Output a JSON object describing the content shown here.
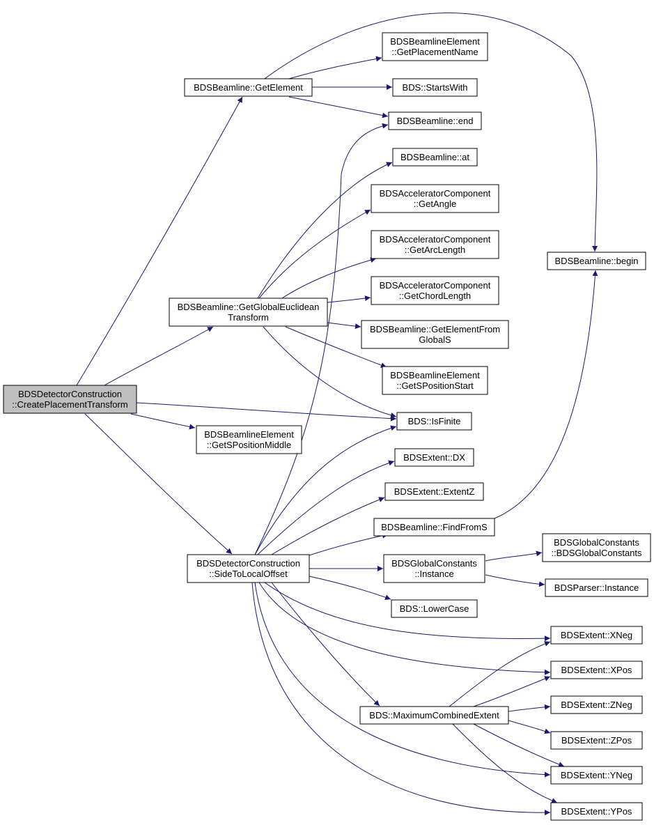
{
  "colors": {
    "edge": "#191970",
    "node_border": "#000000",
    "node_fill": "#ffffff",
    "root_fill": "#bfbfbf"
  },
  "nodes": {
    "root": {
      "lines": [
        "BDSDetectorConstruction",
        "::CreatePlacementTransform"
      ]
    },
    "getElement": {
      "lines": [
        "BDSBeamline::GetElement"
      ]
    },
    "getGlobal": {
      "lines": [
        "BDSBeamline::GetGlobalEuclidean",
        "Transform"
      ]
    },
    "getSPosMid": {
      "lines": [
        "BDSBeamlineElement",
        "::GetSPositionMiddle"
      ]
    },
    "sideToLocal": {
      "lines": [
        "BDSDetectorConstruction",
        "::SideToLocalOffset"
      ]
    },
    "getPlacementName": {
      "lines": [
        "BDSBeamlineElement",
        "::GetPlacementName"
      ]
    },
    "startsWith": {
      "lines": [
        "BDS::StartsWith"
      ]
    },
    "end": {
      "lines": [
        "BDSBeamline::end"
      ]
    },
    "at": {
      "lines": [
        "BDSBeamline::at"
      ]
    },
    "getAngle": {
      "lines": [
        "BDSAcceleratorComponent",
        "::GetAngle"
      ]
    },
    "getArcLength": {
      "lines": [
        "BDSAcceleratorComponent",
        "::GetArcLength"
      ]
    },
    "getChordLength": {
      "lines": [
        "BDSAcceleratorComponent",
        "::GetChordLength"
      ]
    },
    "getElemFromS": {
      "lines": [
        "BDSBeamline::GetElementFrom",
        "GlobalS"
      ]
    },
    "getSPosStart": {
      "lines": [
        "BDSBeamlineElement",
        "::GetSPositionStart"
      ]
    },
    "isFinite": {
      "lines": [
        "BDS::IsFinite"
      ]
    },
    "dx": {
      "lines": [
        "BDSExtent::DX"
      ]
    },
    "extentZ": {
      "lines": [
        "BDSExtent::ExtentZ"
      ]
    },
    "findFromS": {
      "lines": [
        "BDSBeamline::FindFromS"
      ]
    },
    "gcInstance": {
      "lines": [
        "BDSGlobalConstants",
        "::Instance"
      ]
    },
    "lowerCase": {
      "lines": [
        "BDS::LowerCase"
      ]
    },
    "maxExtent": {
      "lines": [
        "BDS::MaximumCombinedExtent"
      ]
    },
    "begin": {
      "lines": [
        "BDSBeamline::begin"
      ]
    },
    "gcCtor": {
      "lines": [
        "BDSGlobalConstants",
        "::BDSGlobalConstants"
      ]
    },
    "parserInstance": {
      "lines": [
        "BDSParser::Instance"
      ]
    },
    "xneg": {
      "lines": [
        "BDSExtent::XNeg"
      ]
    },
    "xpos": {
      "lines": [
        "BDSExtent::XPos"
      ]
    },
    "zneg": {
      "lines": [
        "BDSExtent::ZNeg"
      ]
    },
    "zpos": {
      "lines": [
        "BDSExtent::ZPos"
      ]
    },
    "yneg": {
      "lines": [
        "BDSExtent::YNeg"
      ]
    },
    "ypos": {
      "lines": [
        "BDSExtent::YPos"
      ]
    }
  },
  "edges": [
    [
      "root",
      "getElement"
    ],
    [
      "root",
      "getGlobal"
    ],
    [
      "root",
      "isFinite"
    ],
    [
      "root",
      "getSPosMid"
    ],
    [
      "root",
      "sideToLocal"
    ],
    [
      "getElement",
      "getPlacementName"
    ],
    [
      "getElement",
      "startsWith"
    ],
    [
      "getElement",
      "end"
    ],
    [
      "getElement",
      "begin"
    ],
    [
      "getGlobal",
      "at"
    ],
    [
      "getGlobal",
      "getAngle"
    ],
    [
      "getGlobal",
      "getArcLength"
    ],
    [
      "getGlobal",
      "getChordLength"
    ],
    [
      "getGlobal",
      "getElemFromS"
    ],
    [
      "getGlobal",
      "getSPosStart"
    ],
    [
      "getGlobal",
      "isFinite"
    ],
    [
      "sideToLocal",
      "end"
    ],
    [
      "sideToLocal",
      "isFinite"
    ],
    [
      "sideToLocal",
      "dx"
    ],
    [
      "sideToLocal",
      "extentZ"
    ],
    [
      "sideToLocal",
      "findFromS"
    ],
    [
      "sideToLocal",
      "gcInstance"
    ],
    [
      "sideToLocal",
      "lowerCase"
    ],
    [
      "sideToLocal",
      "maxExtent"
    ],
    [
      "sideToLocal",
      "xneg"
    ],
    [
      "sideToLocal",
      "xpos"
    ],
    [
      "sideToLocal",
      "yneg"
    ],
    [
      "sideToLocal",
      "ypos"
    ],
    [
      "findFromS",
      "begin"
    ],
    [
      "gcInstance",
      "gcCtor"
    ],
    [
      "gcInstance",
      "parserInstance"
    ],
    [
      "maxExtent",
      "xneg"
    ],
    [
      "maxExtent",
      "xpos"
    ],
    [
      "maxExtent",
      "zneg"
    ],
    [
      "maxExtent",
      "zpos"
    ],
    [
      "maxExtent",
      "yneg"
    ],
    [
      "maxExtent",
      "ypos"
    ]
  ]
}
